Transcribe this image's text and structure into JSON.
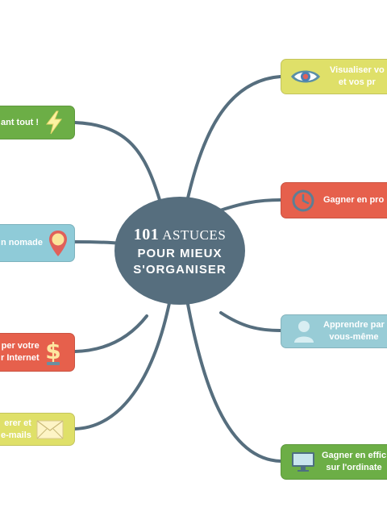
{
  "center": {
    "line1_number": "101",
    "line1_text": "ASTUCES",
    "line2": "POUR MIEUX",
    "line3": "S'ORGANISER"
  },
  "colors": {
    "center": "#566e7e",
    "branch": "#566e7e",
    "green": "#6cae46",
    "yellow": "#dfe069",
    "blue": "#8fcbd8",
    "red": "#e6604c"
  },
  "left_nodes": [
    {
      "lines": [
        "ant tout !"
      ],
      "icon": "lightning-icon",
      "color": "green"
    },
    {
      "lines": [
        "n nomade"
      ],
      "icon": "map-pin-icon",
      "color": "blue"
    },
    {
      "lines": [
        "per votre",
        "r Internet"
      ],
      "icon": "dollar-icon",
      "color": "red"
    },
    {
      "lines": [
        "erer et",
        "e-mails"
      ],
      "icon": "envelope-icon",
      "color": "yellow"
    }
  ],
  "right_nodes": [
    {
      "lines": [
        "Visualiser vo",
        "et vos pr"
      ],
      "icon": "eye-icon",
      "color": "yellow"
    },
    {
      "lines": [
        "Gagner en pro"
      ],
      "icon": "clock-icon",
      "color": "red"
    },
    {
      "lines": [
        "Apprendre par",
        "vous-même"
      ],
      "icon": "person-icon",
      "color": "blue"
    },
    {
      "lines": [
        "Gagner en effic",
        "sur l'ordinate"
      ],
      "icon": "monitor-icon",
      "color": "green"
    }
  ]
}
